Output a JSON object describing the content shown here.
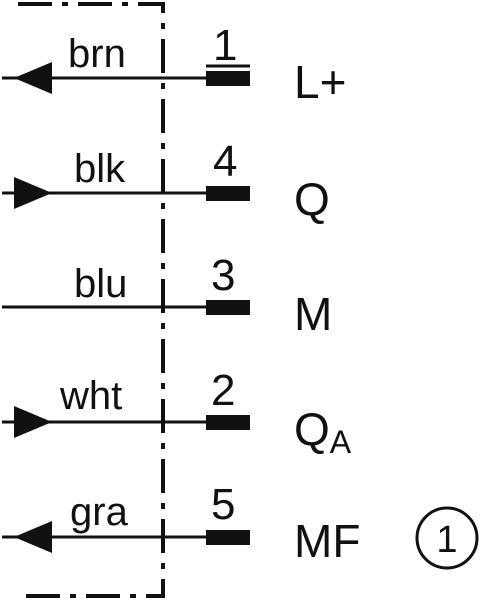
{
  "rows": [
    {
      "wire": "brn",
      "pin": "1",
      "signal": "L+",
      "signal_sub": "",
      "arrow": "left"
    },
    {
      "wire": "blk",
      "pin": "4",
      "signal": "Q",
      "signal_sub": "",
      "arrow": "right"
    },
    {
      "wire": "blu",
      "pin": "3",
      "signal": "M",
      "signal_sub": "",
      "arrow": "none"
    },
    {
      "wire": "wht",
      "pin": "2",
      "signal": "Q",
      "signal_sub": "A",
      "arrow": "right"
    },
    {
      "wire": "gra",
      "pin": "5",
      "signal": "MF",
      "signal_sub": "",
      "arrow": "left"
    }
  ],
  "note_marker": "1",
  "colors": {
    "ink": "#111111",
    "background": "#ffffff"
  }
}
